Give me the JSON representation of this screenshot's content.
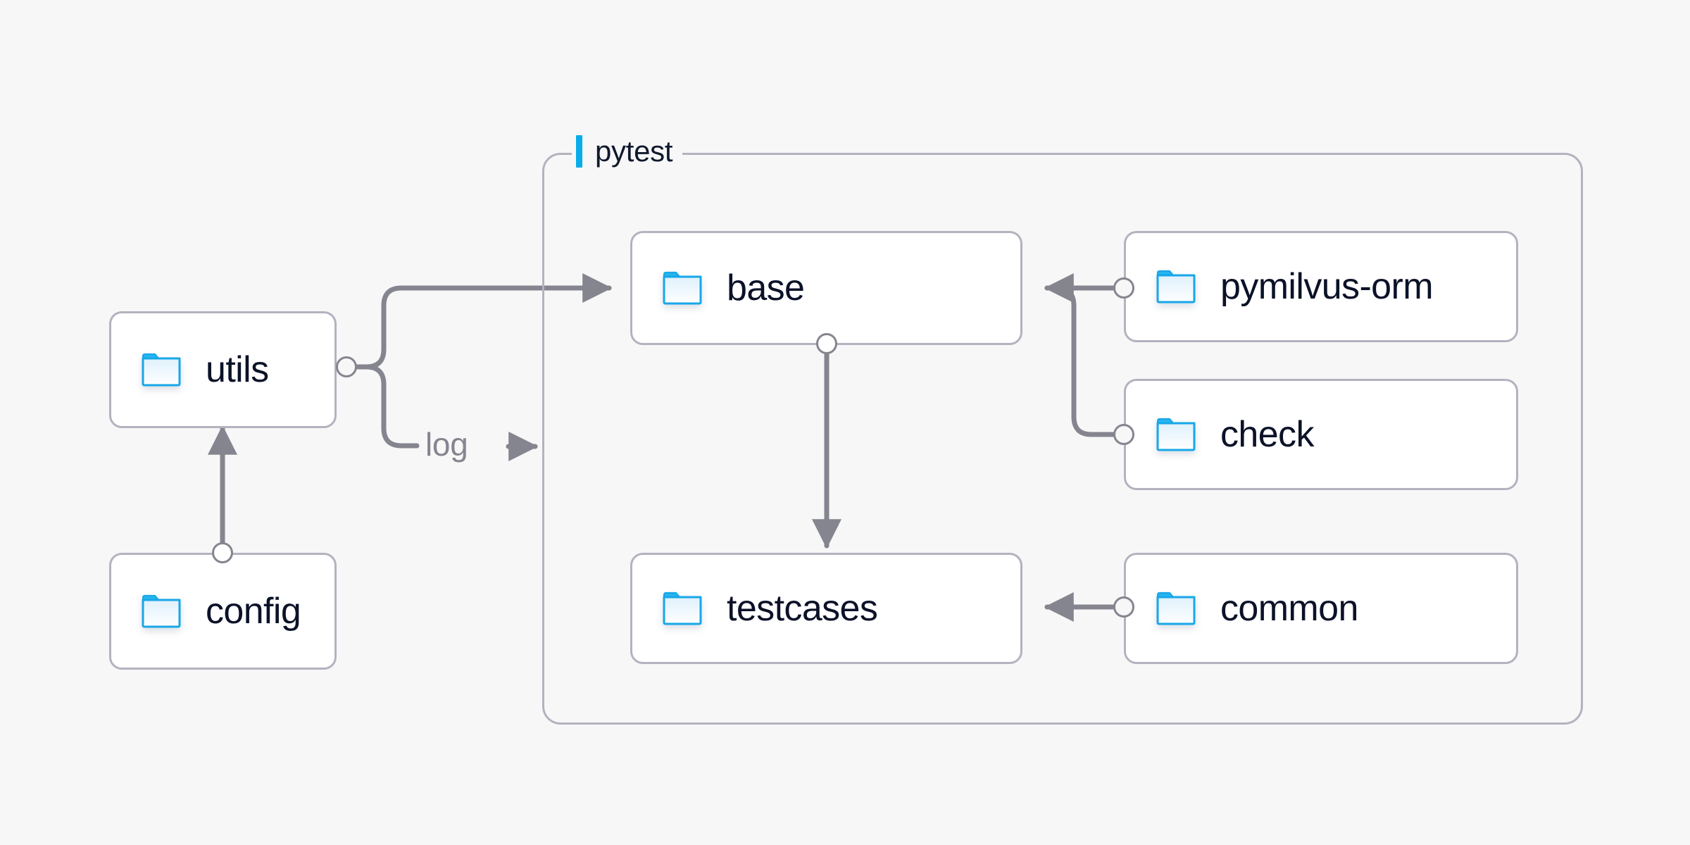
{
  "canvas": {
    "background_color": "#f7f7f8",
    "edge_color": "#85858f",
    "box_border_color": "#b4b2be",
    "box_fill_color": "#ffffff",
    "text_color": "#0b1228",
    "accent_color": "#07ade9"
  },
  "group": {
    "label": "pytest",
    "accent_color": "#07ade9",
    "icon": "group-accent-bar"
  },
  "nodes": [
    {
      "id": "utils",
      "label": "utils",
      "icon": "folder-icon"
    },
    {
      "id": "config",
      "label": "config",
      "icon": "folder-icon"
    },
    {
      "id": "base",
      "label": "base",
      "icon": "folder-icon"
    },
    {
      "id": "testcases",
      "label": "testcases",
      "icon": "folder-icon"
    },
    {
      "id": "pymilvus-orm",
      "label": "pymilvus-orm",
      "icon": "folder-icon"
    },
    {
      "id": "check",
      "label": "check",
      "icon": "folder-icon"
    },
    {
      "id": "common",
      "label": "common",
      "icon": "folder-icon"
    }
  ],
  "edges": [
    {
      "id": "utils-to-base",
      "from": "utils",
      "to": "base",
      "label": ""
    },
    {
      "id": "utils-to-log",
      "from": "utils",
      "to": "pytest",
      "label": "log"
    },
    {
      "id": "config-to-utils",
      "from": "config",
      "to": "utils",
      "label": ""
    },
    {
      "id": "base-to-testcases",
      "from": "base",
      "to": "testcases",
      "label": ""
    },
    {
      "id": "pymilvus-orm-to-base",
      "from": "pymilvus-orm",
      "to": "base",
      "label": ""
    },
    {
      "id": "check-to-base",
      "from": "check",
      "to": "base",
      "label": ""
    },
    {
      "id": "common-to-testcases",
      "from": "common",
      "to": "testcases",
      "label": ""
    }
  ]
}
